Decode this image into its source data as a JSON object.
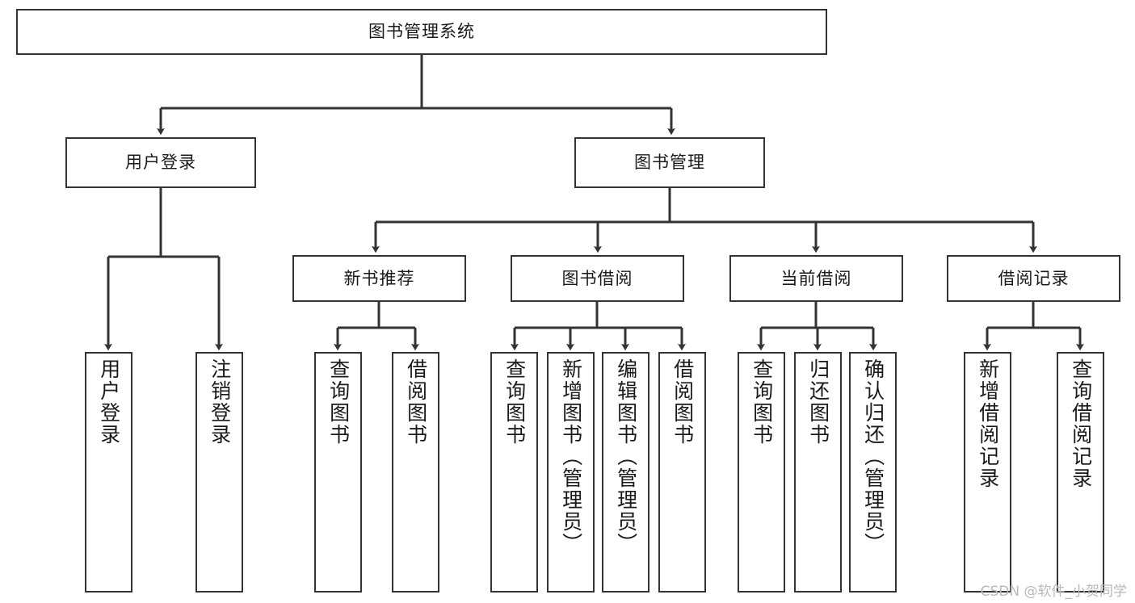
{
  "diagram": {
    "title": "图书管理系统",
    "watermark": "CSDN @软件_小贺同学",
    "stroke_color": "#333333",
    "background_color": "#ffffff",
    "text_color": "#1a1a1a",
    "watermark_color": "#b9b9b9"
  },
  "nodes": {
    "root": {
      "label": "图书管理系统"
    },
    "level2": [
      {
        "label": "用户登录"
      },
      {
        "label": "图书管理"
      }
    ],
    "level3": [
      {
        "label": "新书推荐"
      },
      {
        "label": "图书借阅"
      },
      {
        "label": "当前借阅"
      },
      {
        "label": "借阅记录"
      }
    ],
    "leaves": {
      "user_login": [
        {
          "label": "用户登录"
        },
        {
          "label": "注销登录"
        }
      ],
      "new_book": [
        {
          "label": "查询图书"
        },
        {
          "label": "借阅图书"
        }
      ],
      "book_borrow": [
        {
          "label": "查询图书"
        },
        {
          "label": "新增图书（管理员）"
        },
        {
          "label": "编辑图书（管理员）"
        },
        {
          "label": "借阅图书"
        }
      ],
      "current_borrow": [
        {
          "label": "查询图书"
        },
        {
          "label": "归还图书"
        },
        {
          "label": "确认归还（管理员）"
        }
      ],
      "borrow_record": [
        {
          "label": "新增借阅记录"
        },
        {
          "label": "查询借阅记录"
        }
      ]
    }
  }
}
